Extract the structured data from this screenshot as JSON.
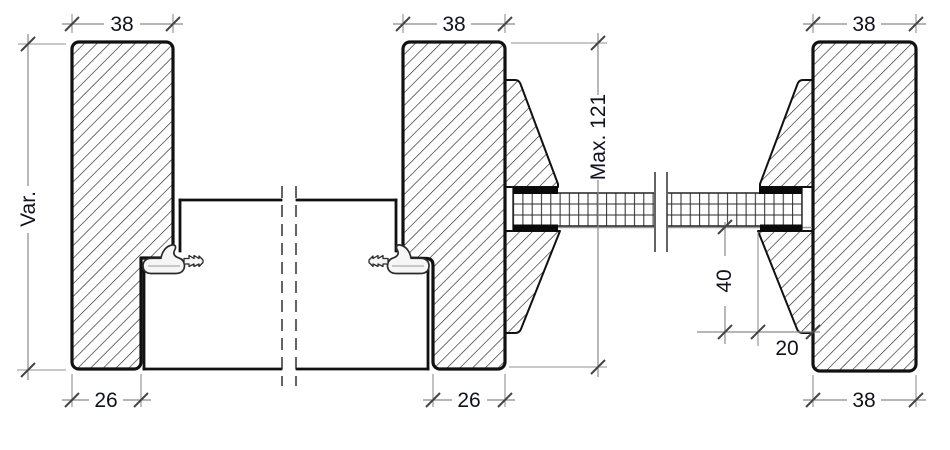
{
  "drawing": {
    "kind": "door-and-partition-frame-section-detail",
    "dimensions": {
      "top_left": "38",
      "top_middle": "38",
      "top_right": "38",
      "left_vertical": "Var.",
      "max_thickness": "Max. 121",
      "infill_height": "40",
      "infill_width": "20",
      "bottom_left": "26",
      "bottom_middle": "26",
      "bottom_right": "38"
    },
    "colors": {
      "outline": "#111111",
      "hatch": "#1f1f1f",
      "dimension_line": "#8a8a8a",
      "tick": "#444444",
      "text": "#12121f",
      "tape": "#0a0a0a",
      "seal_fill": "#f6f6f6",
      "background": "#ffffff"
    }
  }
}
